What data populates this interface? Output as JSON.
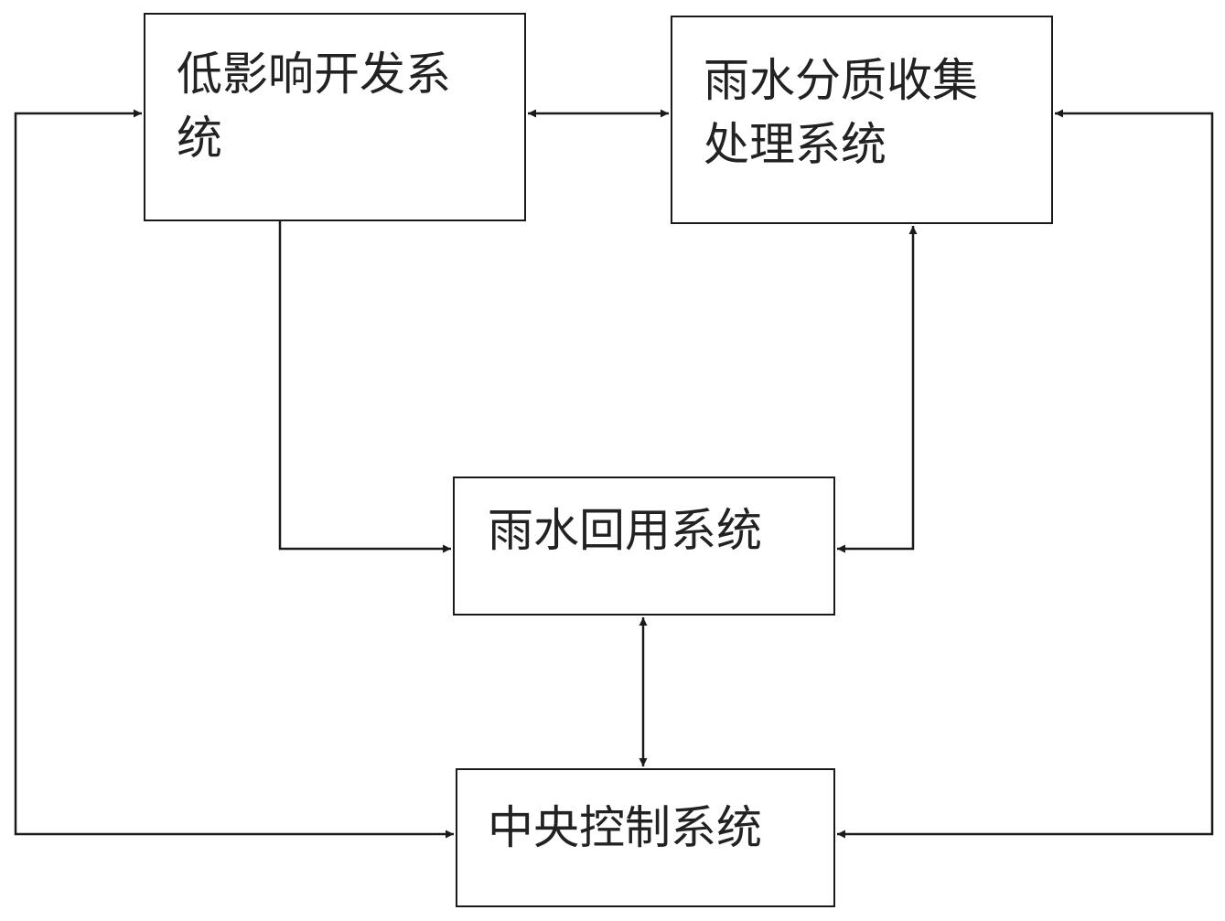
{
  "nodes": {
    "low_impact_development": "低影响开发系\n统",
    "rainwater_collection": "雨水分质收集\n处理系统",
    "rainwater_reuse": "雨水回用系统",
    "central_control": "中央控制系统"
  },
  "edges": [
    {
      "from": "low_impact_development",
      "to": "rainwater_collection",
      "direction": "both"
    },
    {
      "from": "low_impact_development",
      "to": "rainwater_reuse",
      "direction": "forward"
    },
    {
      "from": "rainwater_collection",
      "to": "rainwater_reuse",
      "direction": "both"
    },
    {
      "from": "rainwater_reuse",
      "to": "central_control",
      "direction": "both"
    },
    {
      "from": "central_control",
      "to": "low_impact_development",
      "direction": "both"
    },
    {
      "from": "central_control",
      "to": "rainwater_collection",
      "direction": "both"
    }
  ],
  "colors": {
    "stroke": "#1a1a1a",
    "text": "#222222",
    "background": "#ffffff"
  }
}
